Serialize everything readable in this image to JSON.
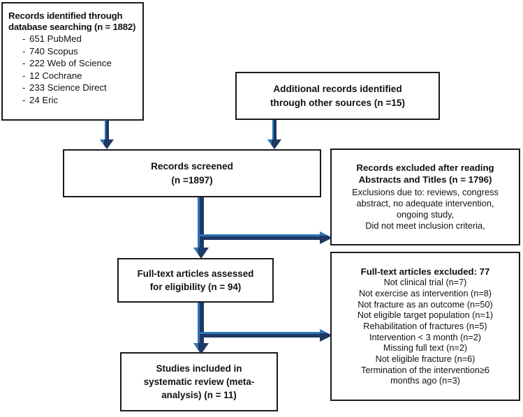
{
  "diagram": {
    "title": "PRISMA study selection flow diagram",
    "colors": {
      "box_border": "#1a1a1a",
      "arrow": "#1f3864",
      "arrow_highlight": "#2e75b6",
      "background": "#ffffff",
      "text": "#111111"
    }
  },
  "boxes": {
    "identified": {
      "heading_line1": "Records identified through",
      "heading_line2": "database searching (n = 1882)",
      "dash": "-",
      "sources": [
        "651 PubMed",
        "740 Scopus",
        "222 Web of Science",
        "12 Cochrane",
        "233 Science Direct",
        "24 Eric"
      ]
    },
    "additional": {
      "line1": "Additional records identified",
      "line2": "through other sources (n =15)"
    },
    "screened": {
      "line1": "Records screened",
      "line2": "(n =1897)"
    },
    "excluded_records": {
      "heading_line1": "Records excluded after reading",
      "heading_line2": "Abstracts and Titles (n = 1796)",
      "body_line1": "Exclusions due to: reviews, congress",
      "body_line2": "abstract, no adequate intervention,",
      "body_line3": "ongoing study,",
      "body_line4": "Did not meet inclusion criteria,"
    },
    "fulltext_assessed": {
      "line1": "Full-text articles assessed",
      "line2": "for eligibility (n = 94)"
    },
    "fulltext_excluded": {
      "heading": "Full-text articles excluded: 77",
      "reasons": [
        "Not clinical trial (n=7)",
        "Not exercise as intervention (n=8)",
        "Not fracture as an outcome (n=50)",
        "Not eligible target population (n=1)",
        "Rehabilitation of fractures (n=5)",
        "Intervention < 3 month (n=2)",
        "Missing full text (n=2)",
        "Not eligible fracture (n=6)",
        "Termination of the intervention≥6",
        "months ago (n=3)"
      ]
    },
    "included": {
      "line1": "Studies included in",
      "line2": "systematic review (meta-",
      "line3": "analysis) (n = 11)"
    }
  },
  "arrows": [
    {
      "name": "identified-to-screened",
      "direction": "down"
    },
    {
      "name": "additional-to-screened",
      "direction": "down"
    },
    {
      "name": "screened-to-fulltext",
      "direction": "down"
    },
    {
      "name": "screened-to-excluded-records",
      "direction": "right"
    },
    {
      "name": "fulltext-to-included",
      "direction": "down"
    },
    {
      "name": "fulltext-to-fulltext-excluded",
      "direction": "right"
    }
  ]
}
